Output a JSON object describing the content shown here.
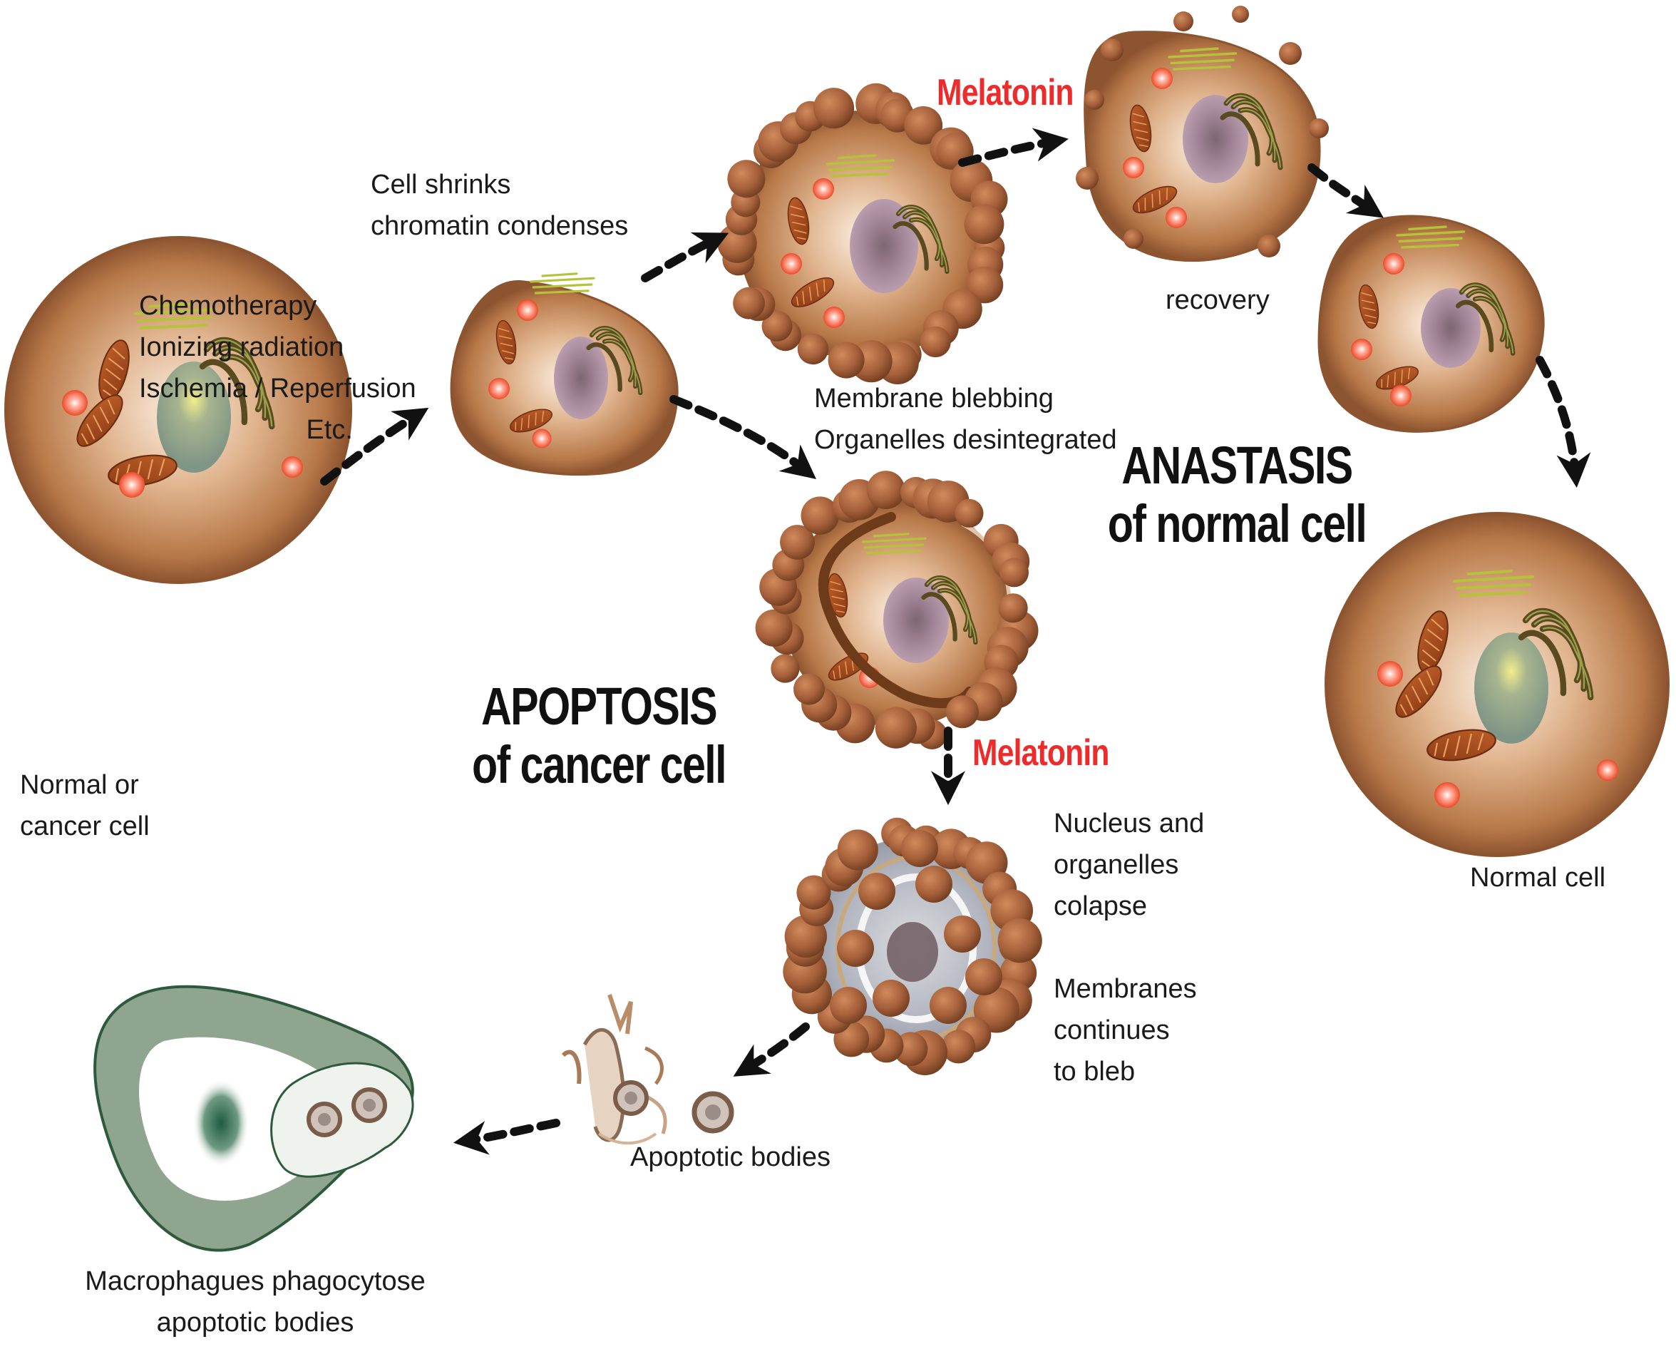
{
  "labels": {
    "normal_or_cancer": [
      "Normal or",
      "cancer cell"
    ],
    "triggers": [
      "Chemotherapy",
      "Ionizing radiation",
      "Ischemia / Reperfusion",
      "Etc."
    ],
    "cell_shrinks": [
      "Cell shrinks",
      "chromatin  condenses"
    ],
    "membrane_blebbing": [
      "Membrane blebbing",
      "Organelles desintegrated"
    ],
    "recovery": "recovery",
    "normal_cell": "Normal cell",
    "nucleus_collapse": [
      "Nucleus and",
      "organelles",
      "colapse"
    ],
    "membranes_bleb": [
      "Membranes",
      "continues",
      "to bleb"
    ],
    "apoptotic_bodies": "Apoptotic bodies",
    "macrophages": [
      "Macrophagues phagocytose",
      "apoptotic bodies"
    ]
  },
  "titles": {
    "anastasis": [
      "ANASTASIS",
      "of normal cell"
    ],
    "apoptosis": [
      "APOPTOSIS",
      "of cancer cell"
    ]
  },
  "melatonin": {
    "top": "Melatonin",
    "middle": "Melatonin",
    "color": "#ee2b2b"
  },
  "colors": {
    "cytoplasm": "#c98a5a",
    "bleb": "#a5603a",
    "arrow": "#111111",
    "macrophage": "#8fa58f"
  }
}
